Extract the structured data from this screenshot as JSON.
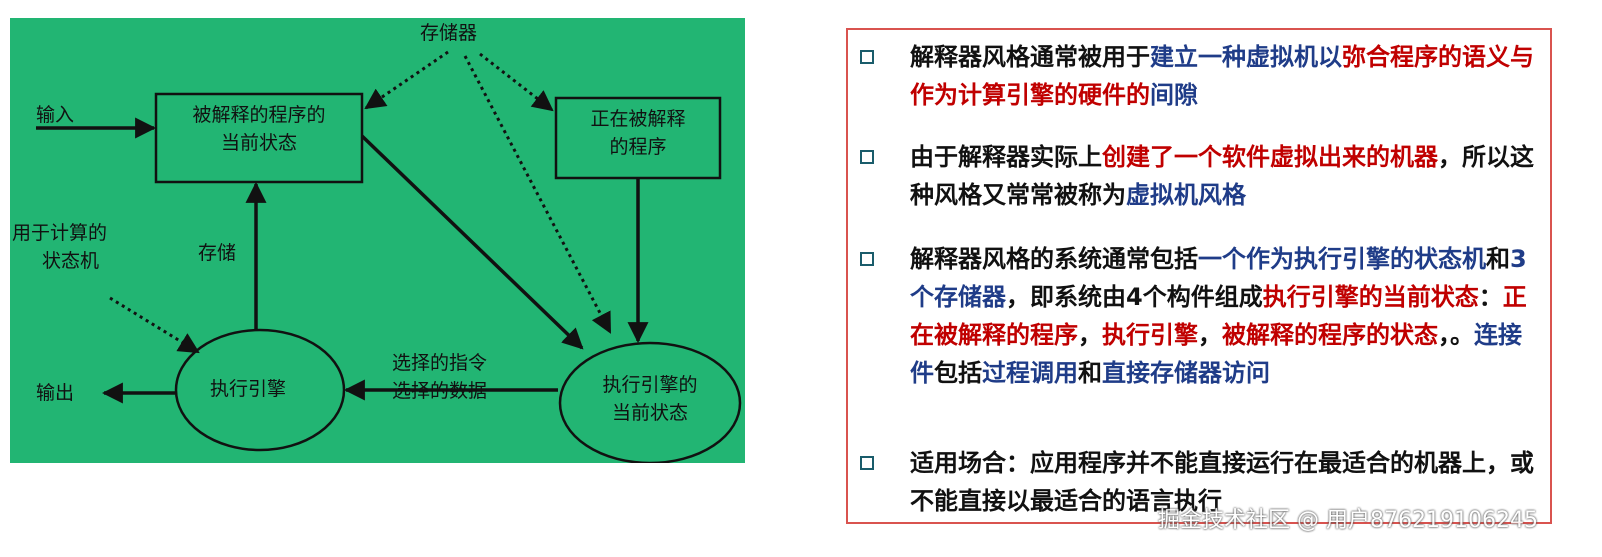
{
  "diagram": {
    "labels": {
      "storage": "存储器",
      "input": "输入",
      "output": "输出",
      "interpreted_state_line1": "被解释的程序的",
      "interpreted_state_line2": "当前状态",
      "program_line1": "正在被解释",
      "program_line2": "的程序",
      "compute_line1": "用于计算的",
      "compute_line2": "状态机",
      "store": "存储",
      "engine": "执行引擎",
      "engine_state_line1": "执行引擎的",
      "engine_state_line2": "当前状态",
      "selected_line1": "选择的指令",
      "selected_line2": "选择的数据"
    },
    "background_color": "#22b573"
  },
  "text_panel": {
    "border_color": "#d9534f",
    "bullets": [
      {
        "segments": [
          {
            "text": "解释器风格通常被用于",
            "color": "black"
          },
          {
            "text": "建立一种虚拟机以",
            "color": "blue"
          },
          {
            "text": "弥合程序的语义与作为计算引擎的硬件的",
            "color": "red"
          },
          {
            "text": "间隙",
            "color": "blue"
          }
        ]
      },
      {
        "segments": [
          {
            "text": "由于解释器实际上",
            "color": "black"
          },
          {
            "text": "创建了一个软件虚拟出来的机器",
            "color": "red"
          },
          {
            "text": "，所以这种风格又常常被称为",
            "color": "black"
          },
          {
            "text": "虚拟机风格",
            "color": "blue"
          }
        ]
      },
      {
        "segments": [
          {
            "text": "解释器风格的系统通常包括",
            "color": "black"
          },
          {
            "text": "一个作为执行引擎的状态机",
            "color": "blue"
          },
          {
            "text": "和",
            "color": "black"
          },
          {
            "text": "3个存储器",
            "color": "blue"
          },
          {
            "text": "，即系统由4个构件组成",
            "color": "black"
          },
          {
            "text": "执行引擎的当前状态",
            "color": "red"
          },
          {
            "text": "：",
            "color": "black"
          },
          {
            "text": "正在被解释的程序",
            "color": "red"
          },
          {
            "text": "，",
            "color": "black"
          },
          {
            "text": "执行引擎",
            "color": "red"
          },
          {
            "text": "，",
            "color": "black"
          },
          {
            "text": "被解释的程序的状态",
            "color": "red"
          },
          {
            "text": "，。",
            "color": "black"
          },
          {
            "text": "连接件",
            "color": "blue"
          },
          {
            "text": "包括",
            "color": "black"
          },
          {
            "text": "过程调用",
            "color": "blue"
          },
          {
            "text": "和",
            "color": "black"
          },
          {
            "text": "直接存储器访问",
            "color": "blue"
          }
        ]
      },
      {
        "segments": [
          {
            "text": "适用场合：应用程序并不能直接运行在最适合的机器上，或不能直接以最适合的语言执行",
            "color": "black"
          }
        ]
      }
    ]
  },
  "watermark": "掘金技术社区 @ 用户876219106245"
}
